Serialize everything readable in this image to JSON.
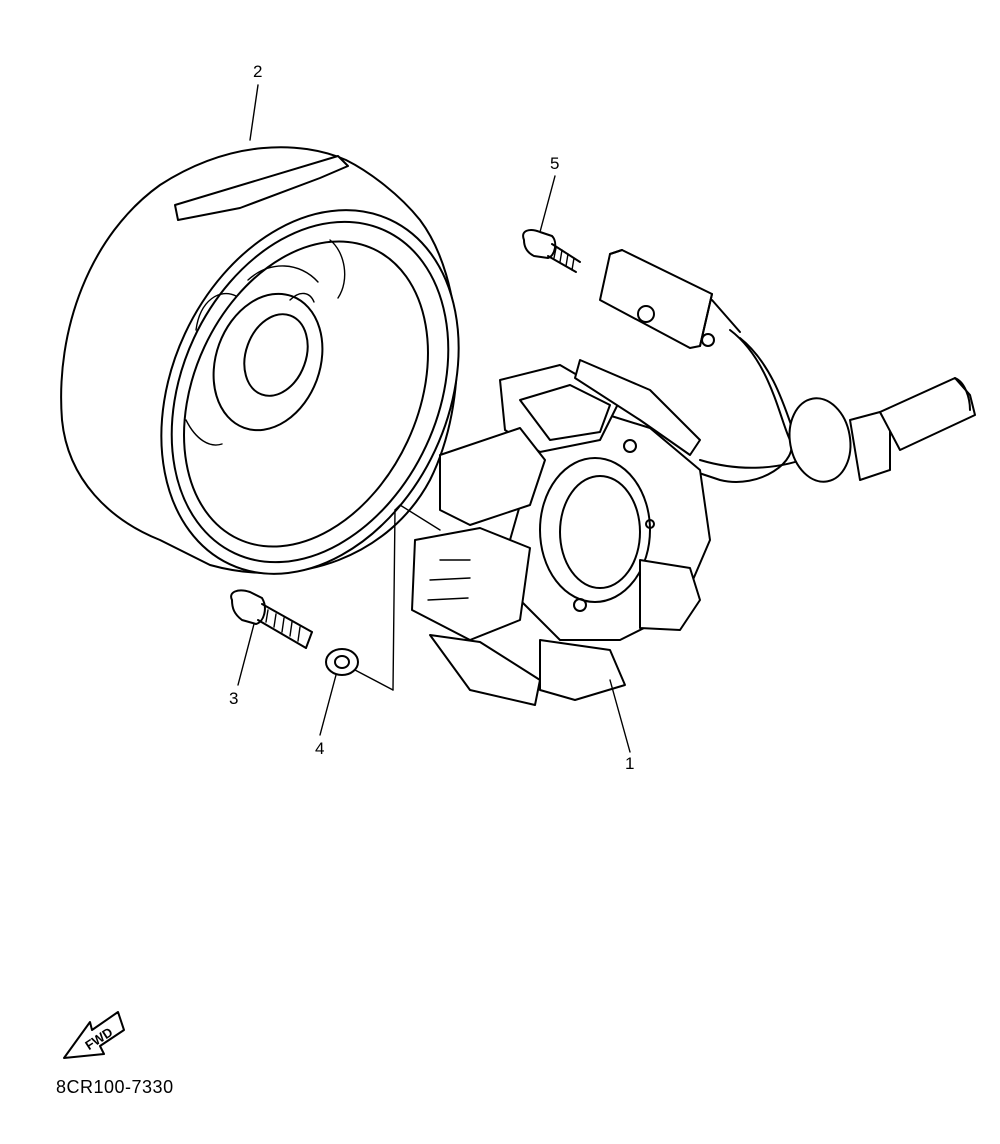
{
  "diagram": {
    "code": "8CR100-7330",
    "direction_label": "FWD",
    "parts": [
      {
        "ref": "1",
        "part": "stator-assembly"
      },
      {
        "ref": "2",
        "part": "rotor-flywheel"
      },
      {
        "ref": "3",
        "part": "rotor-bolt"
      },
      {
        "ref": "4",
        "part": "washer"
      },
      {
        "ref": "5",
        "part": "pickup-bolt"
      }
    ]
  }
}
